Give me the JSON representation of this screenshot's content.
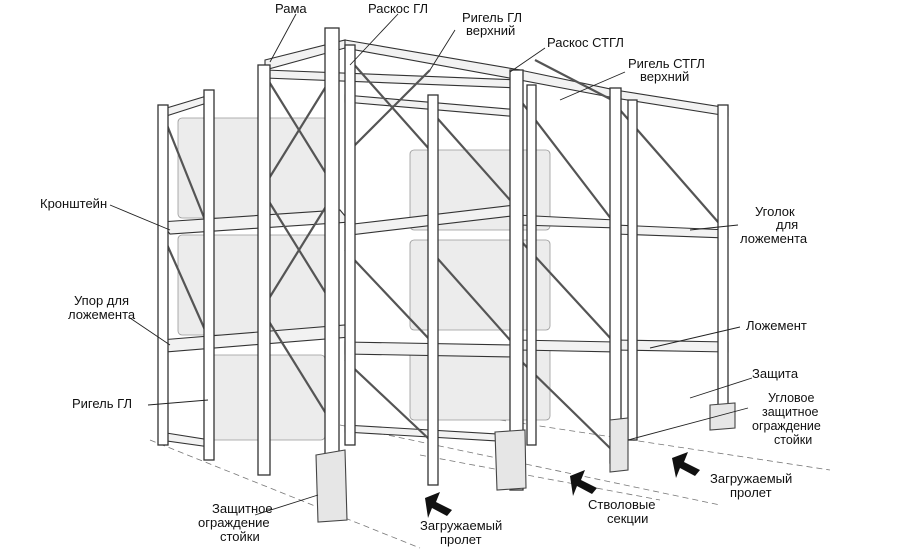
{
  "labels": {
    "rama": "Рама",
    "raskos_gl": "Раскос ГЛ",
    "rigel_gl_verh_1": "Ригель ГЛ",
    "rigel_gl_verh_2": "верхний",
    "raskos_stgl": "Раскос СТГЛ",
    "rigel_stgl_verh_1": "Ригель СТГЛ",
    "rigel_stgl_verh_2": "верхний",
    "kronshtein": "Кронштейн",
    "ugolok_1": "Уголок",
    "ugolok_2": "для",
    "ugolok_3": "ложемента",
    "upor_1": "Упор для",
    "upor_2": "ложемента",
    "lozhement": "Ложемент",
    "rigel_gl": "Ригель ГЛ",
    "zashchita": "Защита",
    "uglovoe_1": "Угловое",
    "uglovoe_2": "защитное",
    "uglovoe_3": "ограждение",
    "uglovoe_4": "стойки",
    "zagr_right_1": "Загружаемый",
    "zagr_right_2": "пролет",
    "stvol_1": "Стволовые",
    "stvol_2": "секции",
    "zagr_left_1": "Загружаемый",
    "zagr_left_2": "пролет",
    "zashch_ogr_1": "Защитное",
    "zashch_ogr_2": "ограждение",
    "zashch_ogr_3": "стойки"
  }
}
